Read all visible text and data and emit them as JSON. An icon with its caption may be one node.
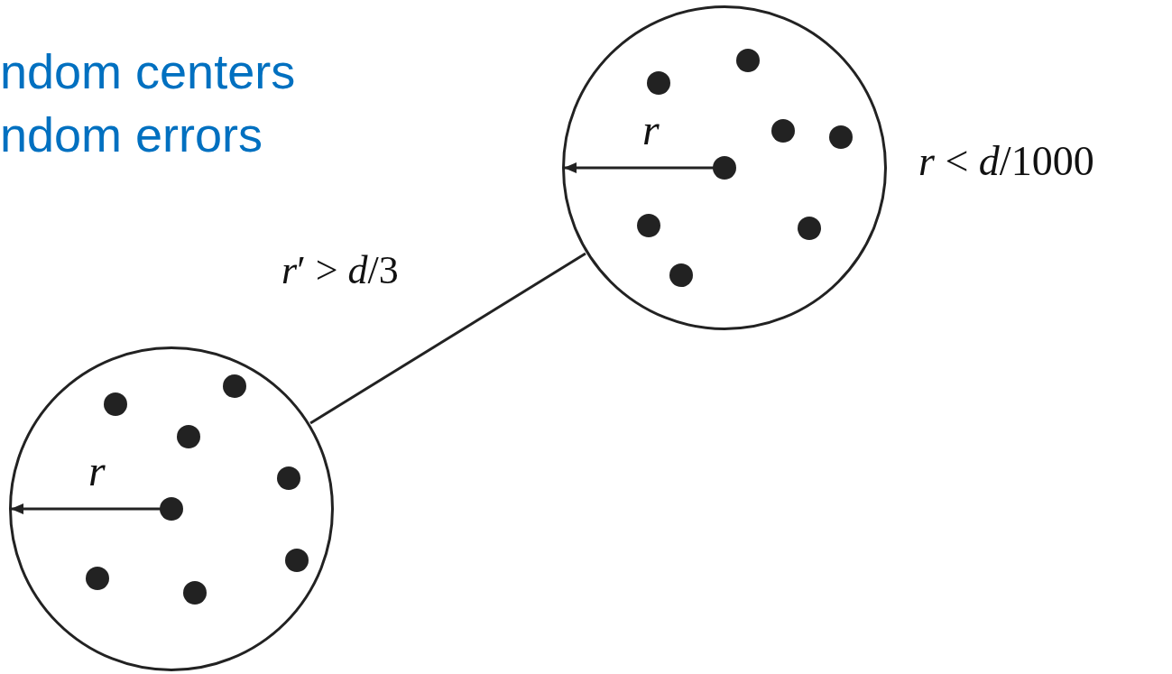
{
  "diagram": {
    "nodes": [
      {
        "text": [],
        "shape": "circle",
        "beside": [
          "*r* < *d*/1000"
        ]
      },
      {
        "text": [],
        "shape": "circle"
      }
    ],
    "edges": [
      {
        "from": 1,
        "to": 0,
        "arrow": "none",
        "label": "*r*′ > *d*/3"
      }
    ],
    "labels": [
      "ndom centers",
      "ndom errors",
      "*r*",
      "*r*"
    ]
  }
}
